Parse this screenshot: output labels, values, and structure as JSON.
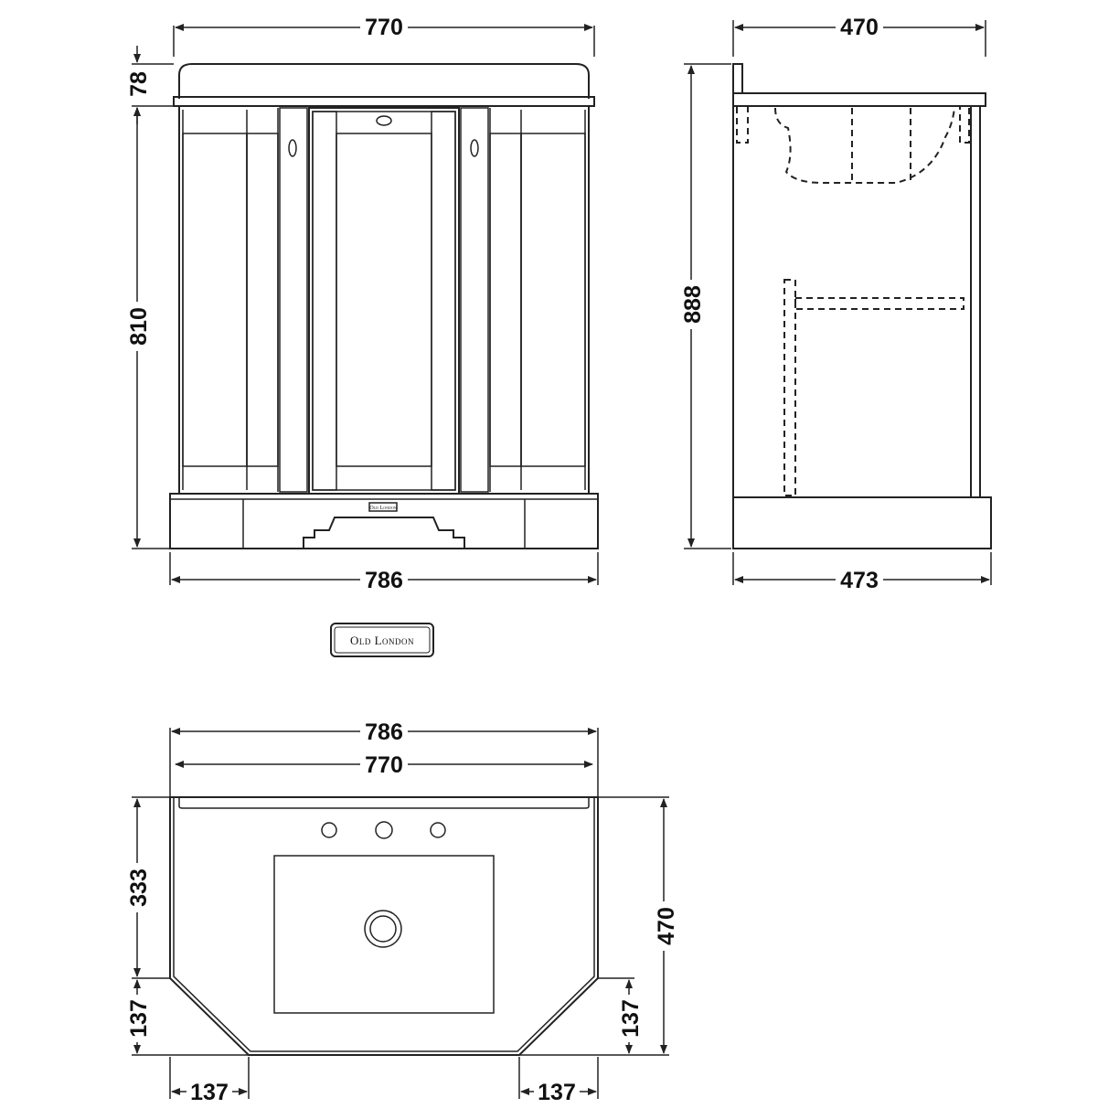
{
  "front_view": {
    "width_top": "770",
    "width_bottom": "786",
    "height_worktop": "78",
    "height_total": "810"
  },
  "side_view": {
    "depth_top": "470",
    "depth_bottom": "473",
    "height": "888"
  },
  "logo": {
    "text": "Old London",
    "plinth_badge": "Old London"
  },
  "plan_view": {
    "width_outer": "786",
    "width_inner": "770",
    "depth_straight": "333",
    "depth_total": "470",
    "chamfer_depth_left": "137",
    "chamfer_depth_right": "137",
    "chamfer_width_left": "137",
    "chamfer_width_right": "137"
  }
}
